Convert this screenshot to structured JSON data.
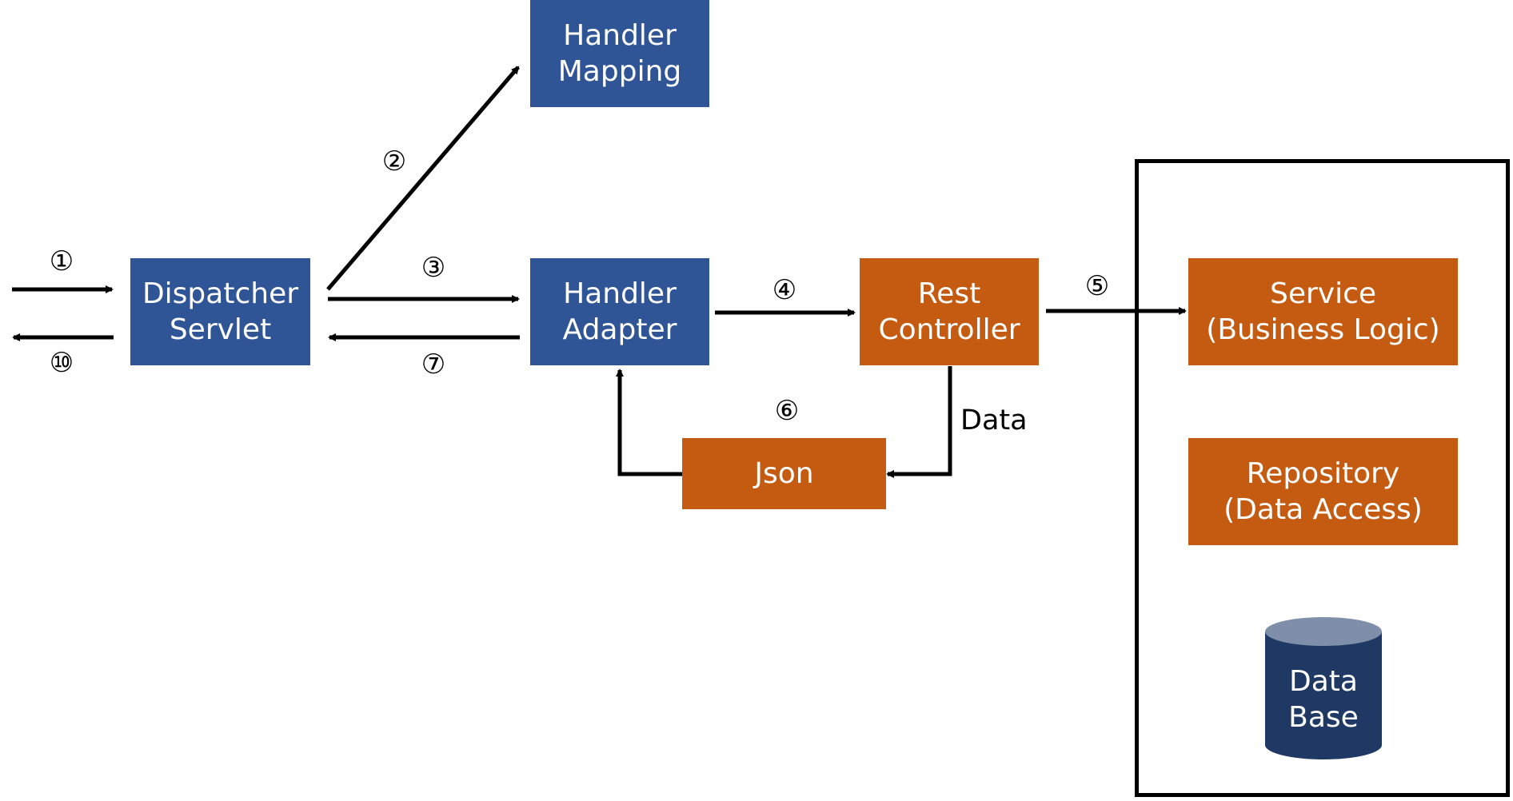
{
  "boxes": {
    "dispatcher_servlet": [
      "Dispatcher",
      "Servlet"
    ],
    "handler_mapping": [
      "Handler",
      "Mapping"
    ],
    "handler_adapter": [
      "Handler",
      "Adapter"
    ],
    "rest_controller": [
      "Rest",
      "Controller"
    ],
    "json": "Json",
    "service": [
      "Service",
      "(Business Logic)"
    ],
    "repository": [
      "Repository",
      "(Data Access)"
    ],
    "database": [
      "Data",
      "Base"
    ]
  },
  "step_labels": {
    "s1": "①",
    "s2": "②",
    "s3": "③",
    "s4": "④",
    "s5": "⑤",
    "s6": "⑥",
    "s7": "⑦",
    "s10": "⑩"
  },
  "edge_labels": {
    "data": "Data"
  },
  "colors": {
    "blue_box": "#2f5597",
    "orange_box": "#c55a11",
    "database_body": "#203864",
    "database_top": "#7f8fa9",
    "arrow": "#000000"
  }
}
